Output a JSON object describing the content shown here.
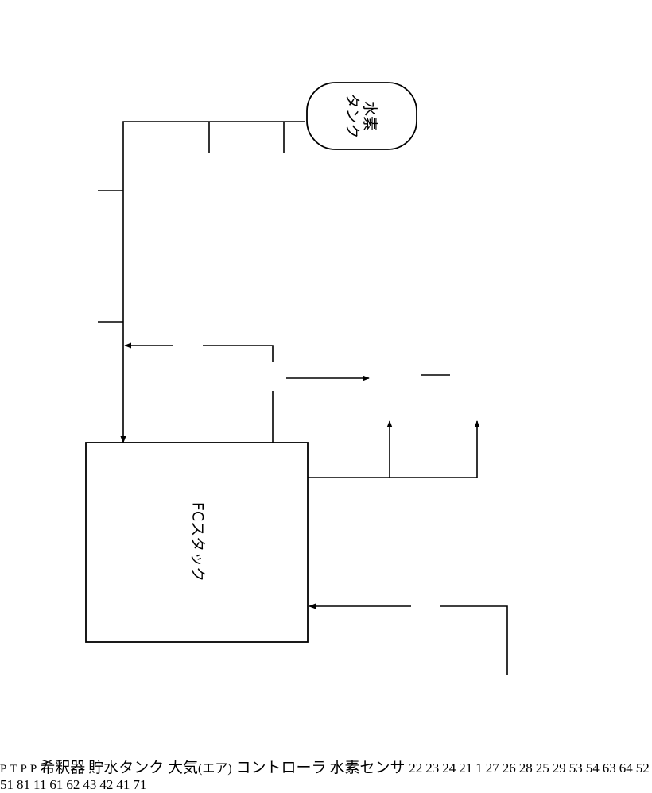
{
  "title_ref": "1",
  "components": {
    "fc_stack": {
      "ref": "11",
      "label": "FCスタック"
    },
    "hydrogen_line": {
      "ref": "21"
    },
    "hydrogen_tank": {
      "ref": "22",
      "label": "水素\nタンク"
    },
    "tank_valve": {
      "ref": "23"
    },
    "check_valve": {
      "ref": "24"
    },
    "regulator": {
      "ref": "25"
    },
    "temp_sensor": {
      "ref": "26",
      "symbol": "T"
    },
    "pressure_sensor_27": {
      "ref": "27",
      "symbol": "P"
    },
    "pressure_sensor_28": {
      "ref": "28",
      "symbol": "P"
    },
    "pressure_sensor_29": {
      "ref": "29",
      "symbol": "P"
    },
    "air_line": {
      "ref": "41",
      "label": "大気\n(エア)"
    },
    "air_pump": {
      "ref": "42"
    },
    "air_valve": {
      "ref": "43"
    },
    "exhaust_line": {
      "ref": "51"
    },
    "gas_liquid_separator": {
      "ref": "52"
    },
    "recirculation_pump": {
      "ref": "53"
    },
    "purge_valve": {
      "ref": "54"
    },
    "drain_line": {
      "ref": "61"
    },
    "drain_valve": {
      "ref": "62"
    },
    "diluter": {
      "ref": "63",
      "label": "希釈器"
    },
    "water_tank": {
      "ref": "64",
      "label": "貯水\nタンク"
    },
    "hydrogen_sensor": {
      "ref": "71",
      "label": "水素\nセンサ"
    },
    "controller": {
      "ref": "81",
      "label": "コントローラ"
    }
  }
}
